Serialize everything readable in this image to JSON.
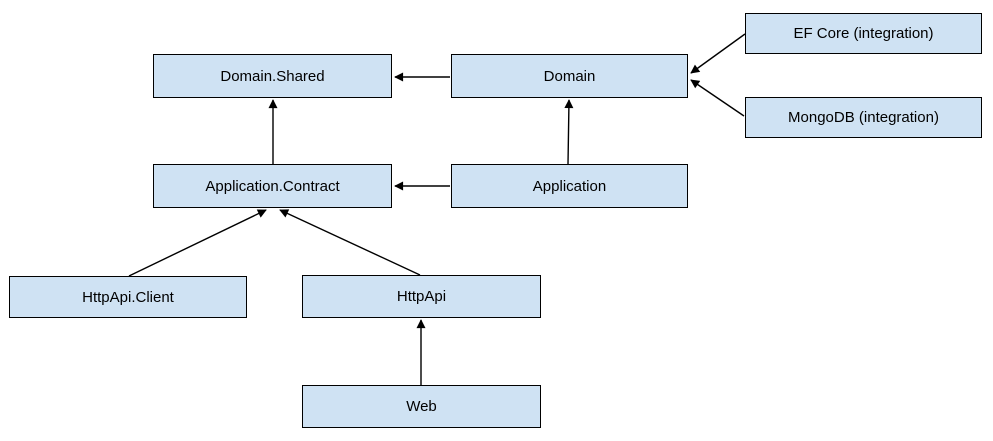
{
  "diagram": {
    "colors": {
      "background": "#ffffff",
      "node_fill": "#cfe2f3",
      "node_border": "#000000",
      "edge_color": "#000000",
      "text_color": "#000000"
    },
    "nodes": [
      {
        "id": "domain-shared",
        "label": "Domain.Shared"
      },
      {
        "id": "domain",
        "label": "Domain"
      },
      {
        "id": "ef-core-integration",
        "label": "EF Core (integration)"
      },
      {
        "id": "mongodb-integration",
        "label": "MongoDB (integration)"
      },
      {
        "id": "application-contract",
        "label": "Application.Contract"
      },
      {
        "id": "application",
        "label": "Application"
      },
      {
        "id": "httpapi-client",
        "label": "HttpApi.Client"
      },
      {
        "id": "httpapi",
        "label": "HttpApi"
      },
      {
        "id": "web",
        "label": "Web"
      }
    ],
    "edges": [
      {
        "from": "domain",
        "to": "domain-shared"
      },
      {
        "from": "application-contract",
        "to": "domain-shared"
      },
      {
        "from": "application",
        "to": "domain"
      },
      {
        "from": "ef-core-integration",
        "to": "domain"
      },
      {
        "from": "mongodb-integration",
        "to": "domain"
      },
      {
        "from": "application",
        "to": "application-contract"
      },
      {
        "from": "httpapi-client",
        "to": "application-contract"
      },
      {
        "from": "httpapi",
        "to": "application-contract"
      },
      {
        "from": "web",
        "to": "httpapi"
      }
    ]
  }
}
